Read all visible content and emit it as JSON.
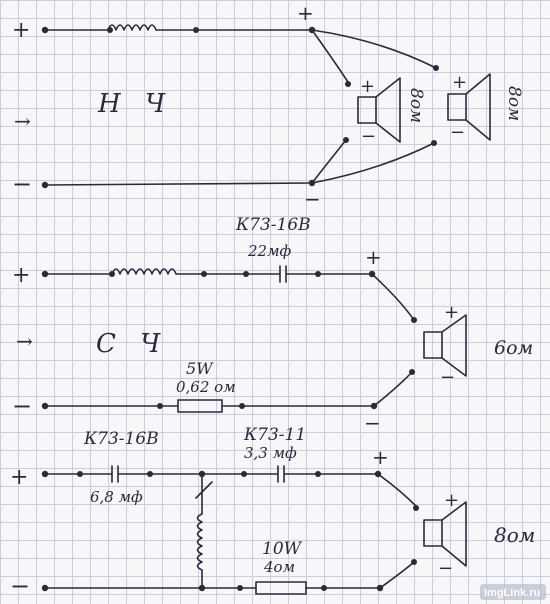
{
  "sections": {
    "lf": {
      "label": "Н Ч",
      "arrow": "→",
      "plus": "+",
      "minus": "−",
      "speakers": [
        {
          "plus": "+",
          "minus": "−",
          "impedance": "8ом"
        },
        {
          "plus": "+",
          "minus": "−",
          "impedance": "8ом"
        }
      ]
    },
    "mf": {
      "label": "С Ч",
      "arrow": "→",
      "plus": "+",
      "minus": "−",
      "capacitor": {
        "type": "К73-16В",
        "value": "22мф"
      },
      "resistor": {
        "power": "5W",
        "value": "0,62 ом"
      },
      "speaker": {
        "plus": "+",
        "minus": "−",
        "impedance": "6ом"
      }
    },
    "hf": {
      "plus": "+",
      "minus": "−",
      "capacitor1": {
        "type": "К73-16В",
        "value": "6,8 мф"
      },
      "capacitor2": {
        "type": "К73-11",
        "value": "3,3 мф"
      },
      "resistor": {
        "power": "10W",
        "value": "4ом"
      },
      "speaker": {
        "plus": "+",
        "minus": "−",
        "impedance": "8ом"
      }
    }
  },
  "watermark": "ImgLink.ru"
}
